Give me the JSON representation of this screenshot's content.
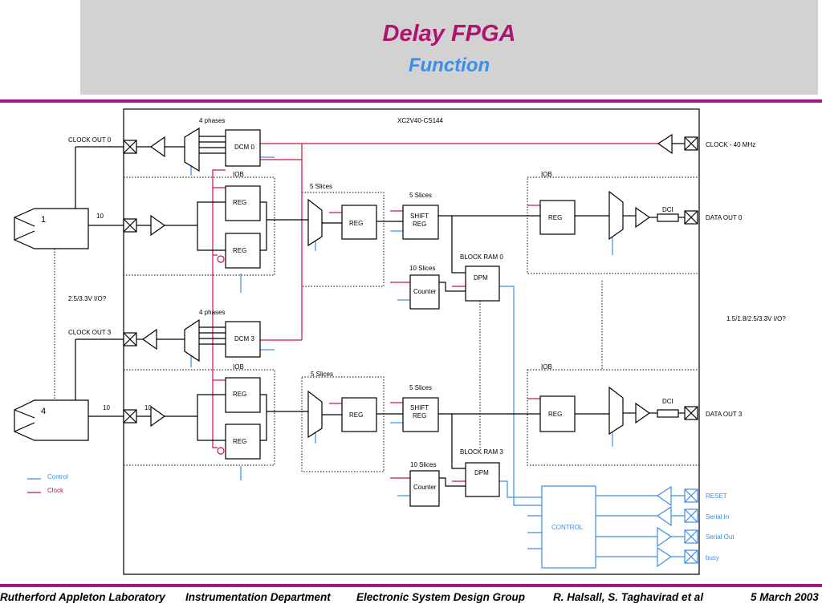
{
  "header": {
    "title": "Delay FPGA",
    "subtitle": "Function"
  },
  "diagram": {
    "chip_name": "XC2V40-CS144",
    "phases_0": "4 phases",
    "phases_3": "4 phases",
    "clock_out_0": "CLOCK OUT 0",
    "clock_out_3": "CLOCK OUT 3",
    "clock_in": "CLOCK  - 40 MHz",
    "dcm0": "DCM 0",
    "dcm3": "DCM 3",
    "iob": "IOB",
    "reg": "REG",
    "shift": "SHIFT",
    "shift_reg": "REG",
    "slices5": "5 Slices",
    "slices10": "10 Slices",
    "counter": "Counter",
    "dpm": "DPM",
    "block_ram_0": "BLOCK RAM 0",
    "block_ram_3": "BLOCK RAM 3",
    "dci": "DCI",
    "data_out_0": "DATA OUT 0",
    "data_out_3": "DATA OUT 3",
    "conn_1": "1",
    "conn_4": "4",
    "bus10": "10",
    "io_left": "2.5/3.3V I/O?",
    "io_right": "1.5/1.8/2.5/3.3V I/O?",
    "control": "CONTROL",
    "reset": "RESET",
    "serial_in": "Serial In",
    "serial_out": "Serial Out",
    "busy": "busy",
    "legend_control": "Control",
    "legend_clock": "Clock"
  },
  "footer": {
    "lab": "Rutherford Appleton Laboratory",
    "dept": "Instrumentation Department",
    "group": "Electronic System Design Group",
    "authors": "R. Halsall, S. Taghavirad et al",
    "date": "5 March 2003"
  },
  "colors": {
    "title": "#b0136e",
    "subtitle": "#3d8ee6",
    "rule": "#a4158a",
    "clock": "#d0103a",
    "control": "#3d8ee6"
  }
}
